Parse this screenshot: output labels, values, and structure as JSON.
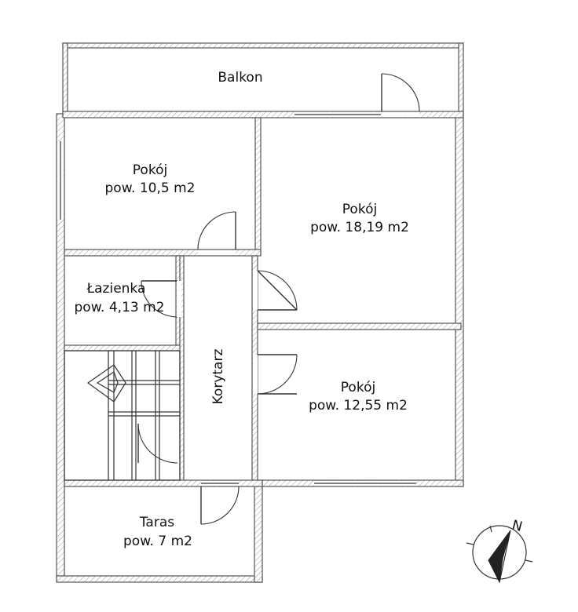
{
  "rooms": {
    "balkon": {
      "name": "Balkon"
    },
    "pokoj_small": {
      "name": "Pokój",
      "area": "pow. 10,5 m2"
    },
    "pokoj_large": {
      "name": "Pokój",
      "area": "pow. 18,19 m2"
    },
    "lazienka": {
      "name": "Łazienka",
      "area": "pow. 4,13 m2"
    },
    "korytarz": {
      "name": "Korytarz"
    },
    "pokoj_mid": {
      "name": "Pokój",
      "area": "pow. 12,55 m2"
    },
    "taras": {
      "name": "Taras",
      "area": "pow. 7 m2"
    }
  },
  "compass": {
    "north": "N"
  },
  "colors": {
    "wall": "#6b6b6b",
    "line": "#333333",
    "background": "#ffffff"
  }
}
